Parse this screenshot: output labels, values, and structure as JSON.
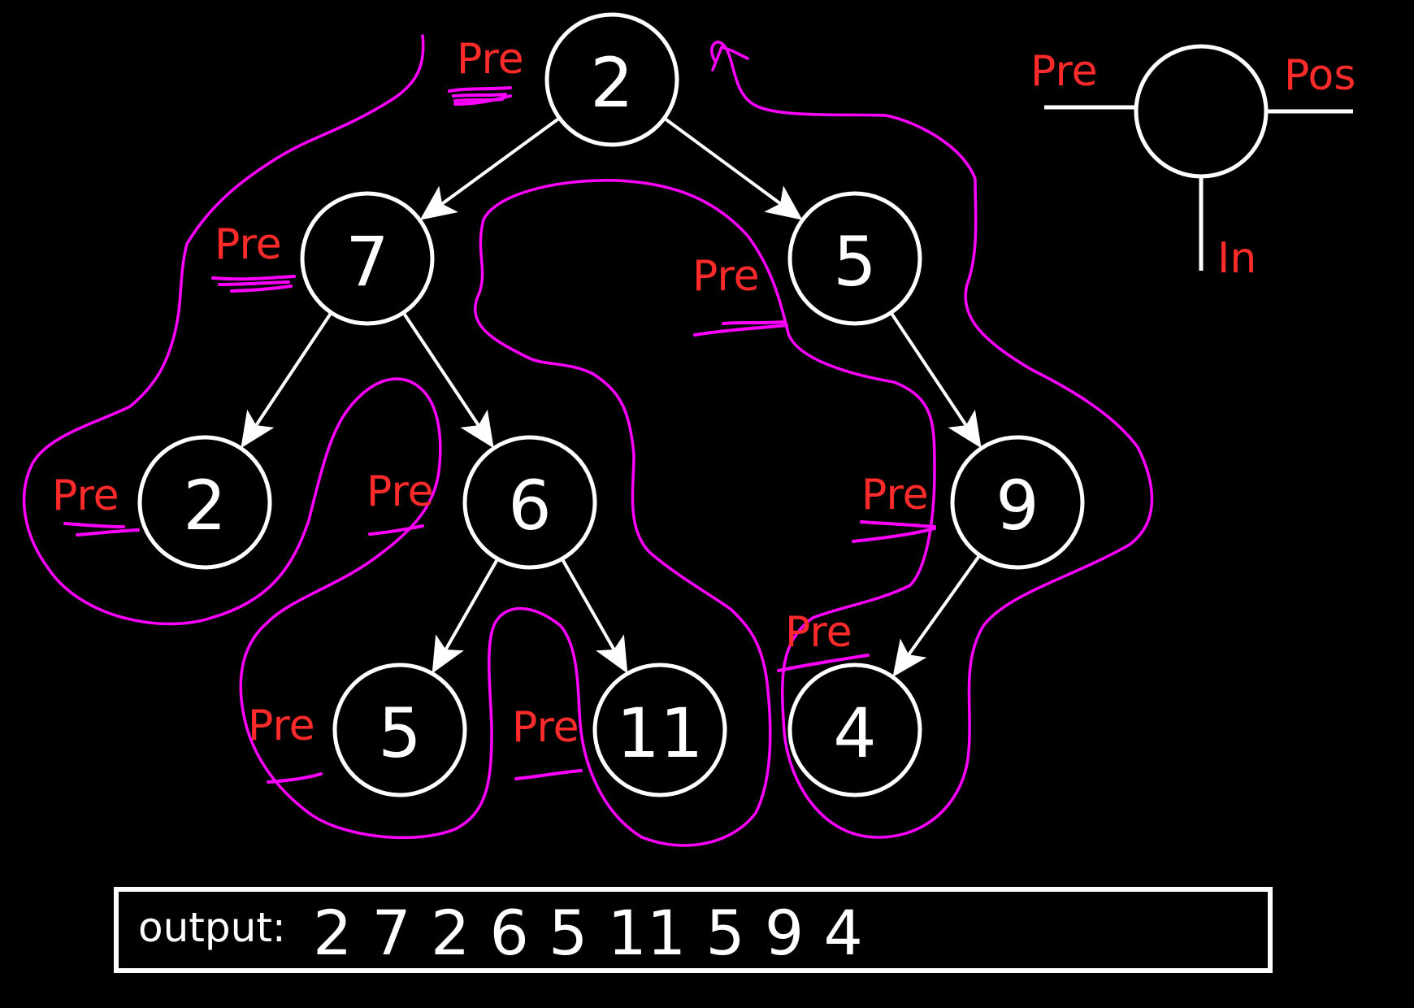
{
  "tree": {
    "nodes": [
      {
        "id": "n1",
        "value": "2"
      },
      {
        "id": "n2",
        "value": "7"
      },
      {
        "id": "n3",
        "value": "5"
      },
      {
        "id": "n4",
        "value": "2"
      },
      {
        "id": "n5",
        "value": "6"
      },
      {
        "id": "n6",
        "value": "9"
      },
      {
        "id": "n7",
        "value": "5"
      },
      {
        "id": "n8",
        "value": "11"
      },
      {
        "id": "n9",
        "value": "4"
      }
    ],
    "edges": [
      {
        "from": "n1",
        "to": "n2"
      },
      {
        "from": "n1",
        "to": "n3"
      },
      {
        "from": "n2",
        "to": "n4"
      },
      {
        "from": "n2",
        "to": "n5"
      },
      {
        "from": "n3",
        "to": "n6"
      },
      {
        "from": "n5",
        "to": "n7"
      },
      {
        "from": "n5",
        "to": "n8"
      },
      {
        "from": "n6",
        "to": "n9"
      }
    ],
    "pre_marker_label": "Pre"
  },
  "legend": {
    "pre": "Pre",
    "pos": "Pos",
    "in": "In"
  },
  "output": {
    "prefix": "output:",
    "values": "2 7 2 6 5 11 5 9 4"
  },
  "colors": {
    "background": "#000000",
    "node": "#ffffff",
    "label": "#ff2a2a",
    "traversal": "#ff00ff"
  }
}
